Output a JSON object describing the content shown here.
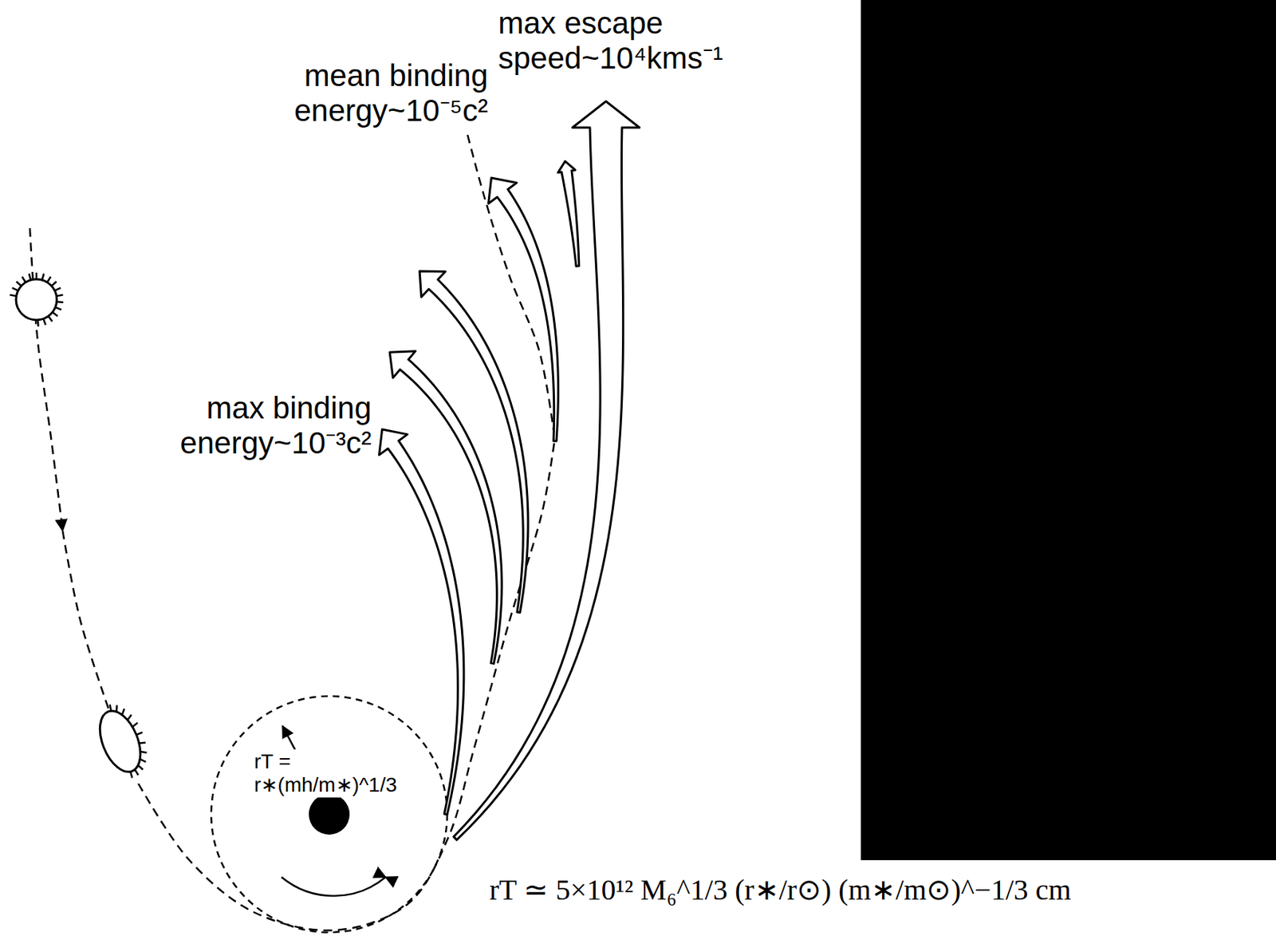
{
  "diagram": {
    "labels": [
      "max escape speed~10⁴kms⁻¹",
      "mean binding energy~10⁻⁵c²",
      "max binding energy~10⁻³c²",
      "rT = r∗(mh/m∗)^1/3",
      "rT ≃ 5×10¹² M₆^1/3 (r∗/r⊙) (m∗/m⊙)^−1/3 cm"
    ]
  }
}
